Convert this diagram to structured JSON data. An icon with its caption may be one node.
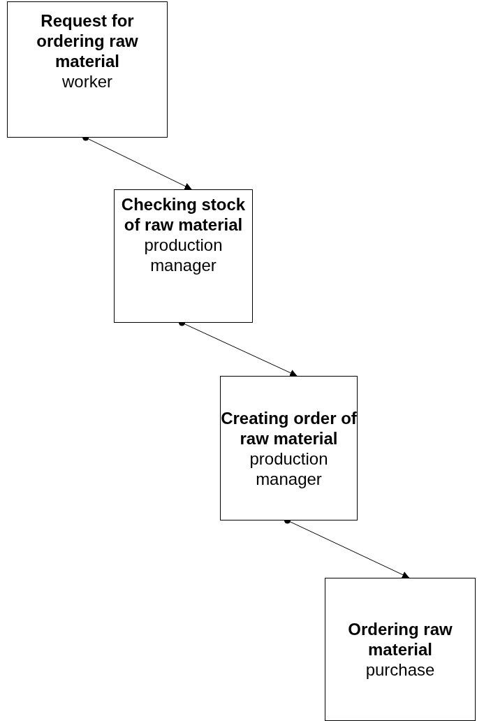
{
  "diagram": {
    "nodes": [
      {
        "text": [
          "Request for ordering raw material",
          "worker"
        ]
      },
      {
        "text": [
          "Checking stock of raw material",
          "production manager"
        ]
      },
      {
        "text": [
          "Creating order of raw material",
          "production manager"
        ]
      },
      {
        "text": [
          "Ordering raw material",
          "purchase"
        ]
      }
    ],
    "edges": [
      {
        "from": 0,
        "to": 1,
        "arrow": "to"
      },
      {
        "from": 1,
        "to": 2,
        "arrow": "to"
      },
      {
        "from": 2,
        "to": 3,
        "arrow": "to"
      }
    ]
  }
}
